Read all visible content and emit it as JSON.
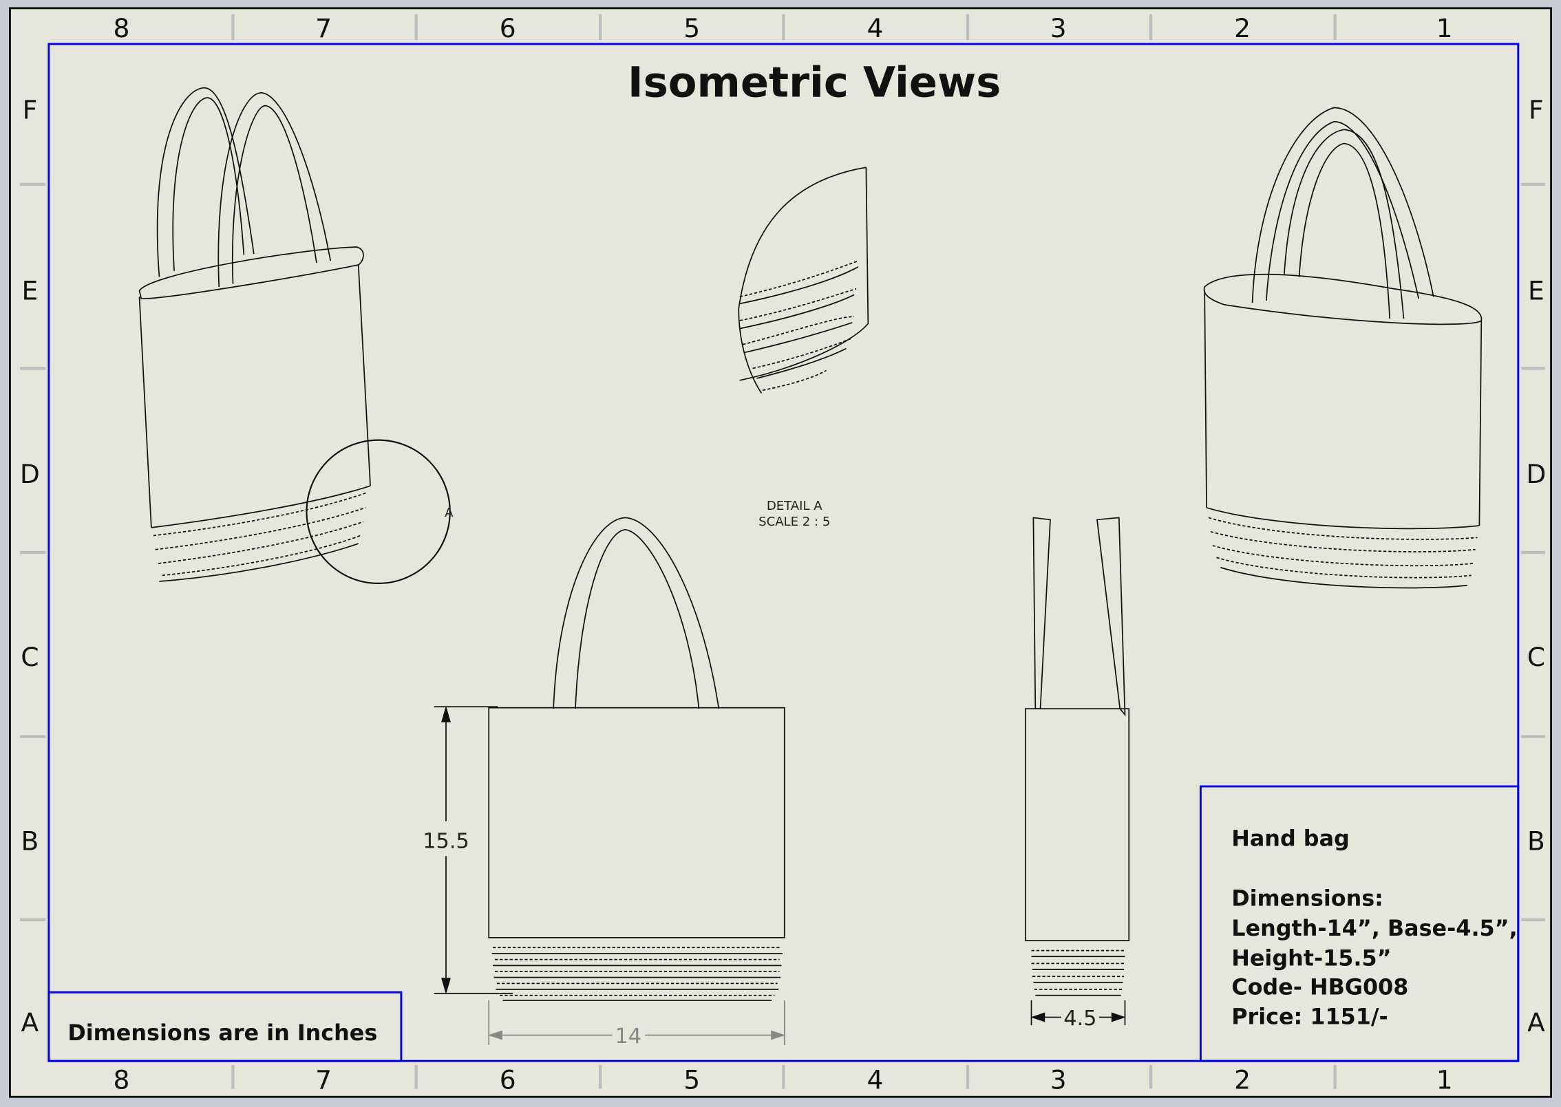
{
  "sheet": {
    "title": "Isometric Views",
    "columns": [
      "8",
      "7",
      "6",
      "5",
      "4",
      "3",
      "2",
      "1"
    ],
    "rows": [
      "F",
      "E",
      "D",
      "C",
      "B",
      "A"
    ],
    "colors": {
      "paper": "#e6e6dc",
      "frame": "#0000ee",
      "ink": "#111111"
    }
  },
  "detail": {
    "marker": "A",
    "label": "DETAIL A",
    "scale": "SCALE 2 : 5"
  },
  "dimensions": {
    "height": "15.5",
    "length": "14",
    "base": "4.5"
  },
  "notes": {
    "units": "Dimensions are in Inches"
  },
  "title_block": {
    "name": "Hand bag",
    "lines": [
      "Dimensions:",
      "Length-14”, Base-4.5”,",
      "Height-15.5”",
      "Code- HBG008",
      "Price: 1151/-"
    ]
  }
}
